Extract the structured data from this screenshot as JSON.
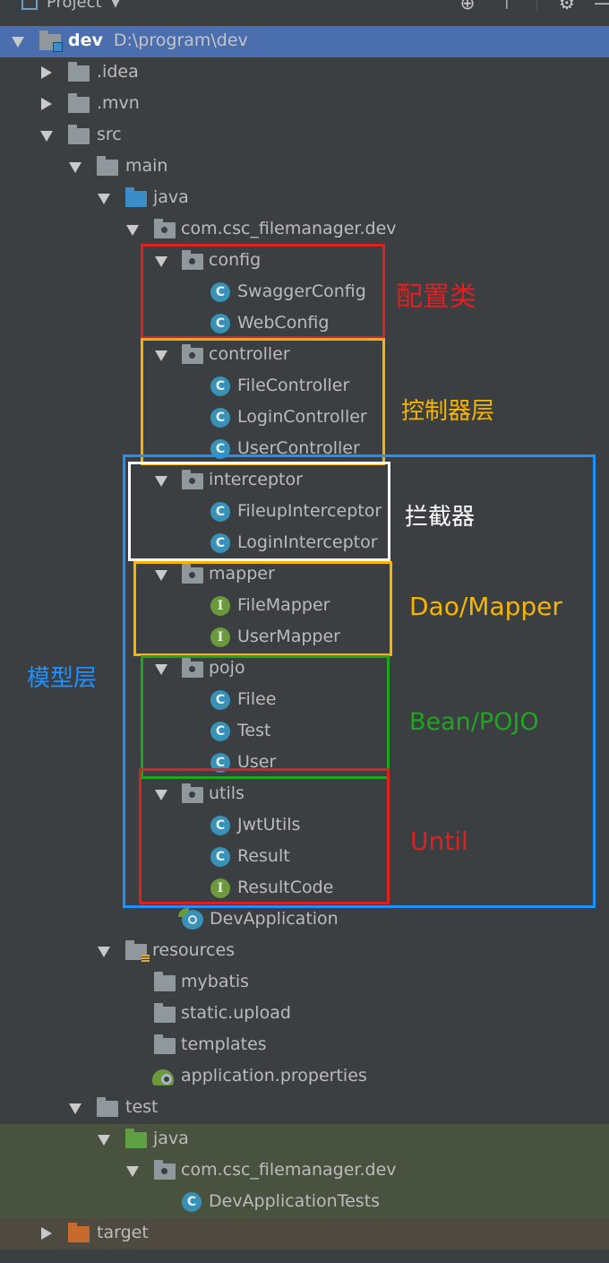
{
  "toolbar": {
    "title": "Project",
    "icons": [
      "target-icon",
      "collapse-icon",
      "gear-icon",
      "minimize-icon"
    ]
  },
  "tree": {
    "root": {
      "name": "dev",
      "path": "D:\\program\\dev"
    },
    "idea": ".idea",
    "mvn": ".mvn",
    "src": "src",
    "main": "main",
    "java": "java",
    "package": "com.csc_filemanager.dev",
    "config": {
      "name": "config",
      "items": [
        "SwaggerConfig",
        "WebConfig"
      ]
    },
    "controller": {
      "name": "controller",
      "items": [
        "FileController",
        "LoginController",
        "UserController"
      ]
    },
    "interceptor": {
      "name": "interceptor",
      "items": [
        "FileupInterceptor",
        "LoginInterceptor"
      ]
    },
    "mapper": {
      "name": "mapper",
      "items": [
        "FileMapper",
        "UserMapper"
      ]
    },
    "pojo": {
      "name": "pojo",
      "items": [
        "Filee",
        "Test",
        "User"
      ]
    },
    "utils": {
      "name": "utils",
      "items": [
        "JwtUtils",
        "Result",
        "ResultCode"
      ]
    },
    "dev_application": "DevApplication",
    "resources": "resources",
    "mybatis": "mybatis",
    "static_upload": "static.upload",
    "templates": "templates",
    "app_properties": "application.properties",
    "test": "test",
    "test_java": "java",
    "test_package": "com.csc_filemanager.dev",
    "dev_application_tests": "DevApplicationTests",
    "target": "target"
  },
  "icon_letters": {
    "class": "C",
    "interface": "I"
  },
  "annotations": {
    "config_label": "配置类",
    "controller_label": "控制器层",
    "interceptor_label": "拦截器",
    "mapper_label": "Dao/Mapper",
    "pojo_label": "Bean/POJO",
    "utils_label": "Until",
    "model_label": "模型层"
  },
  "colors": {
    "background": "#3c3f41",
    "selection": "#4b6eaf",
    "test_bg": "#49523f",
    "red": "#e02020",
    "orange": "#f6b500",
    "white": "#ffffff",
    "green": "#1fa51f",
    "blue": "#1e90ff"
  }
}
